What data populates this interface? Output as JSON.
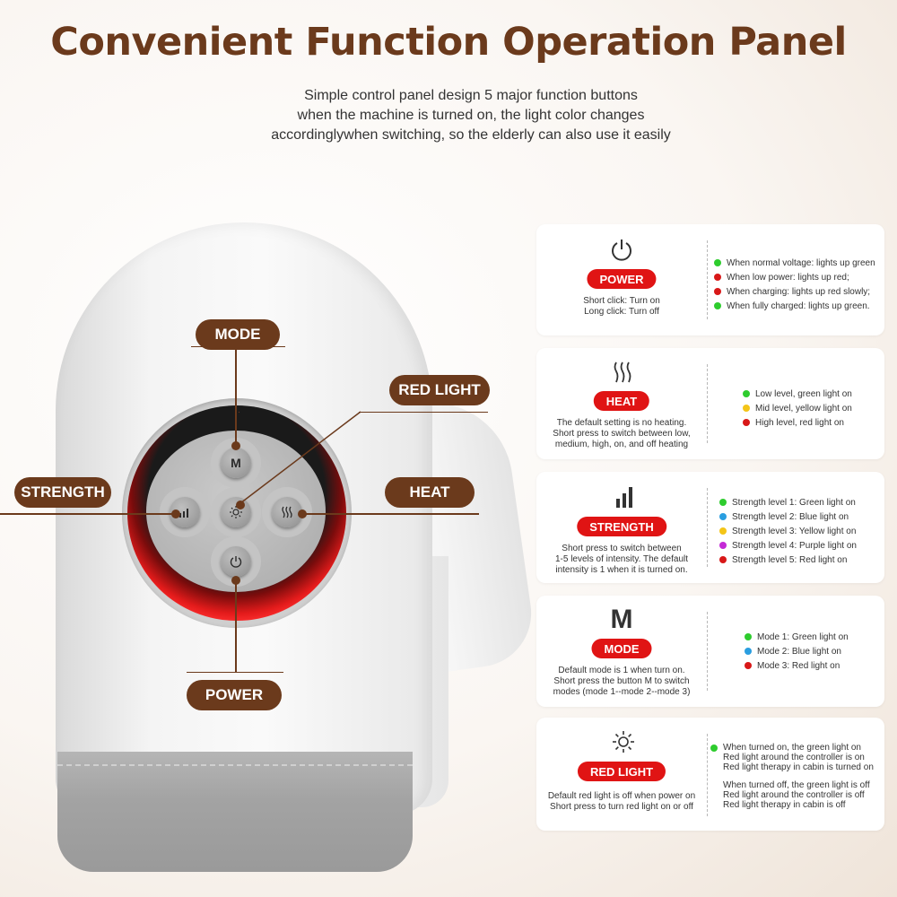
{
  "title": "Convenient Function Operation Panel",
  "subtitle": [
    "Simple control panel design  5 major function buttons",
    "when the machine is turned on, the light color changes",
    "accordinglywhen switching, so the elderly can also use it easily"
  ],
  "callouts": {
    "mode": "MODE",
    "red_light": "RED LIGHT",
    "strength": "STRENGTH",
    "heat": "HEAT",
    "power": "POWER"
  },
  "buttons": {
    "mode_glyph": "M"
  },
  "colors": {
    "brand_brown": "#6b3a1c",
    "pill_red": "#e01414",
    "green": "#2ecc2e",
    "red": "#d81818",
    "yellow": "#f4c518",
    "blue": "#2a9ee0",
    "purple": "#c42ad6"
  },
  "cards": [
    {
      "icon": "power-icon",
      "label": "POWER",
      "desc": [
        "Short click: Turn on",
        "Long click: Turn off"
      ],
      "items": [
        {
          "color": "green",
          "text": "When normal voltage: lights up green"
        },
        {
          "color": "red",
          "text": "When low power: lights up red;"
        },
        {
          "color": "red",
          "text": "When charging: lights up red slowly;"
        },
        {
          "color": "green",
          "text": "When fully charged: lights up green."
        }
      ]
    },
    {
      "icon": "heat-icon",
      "label": "HEAT",
      "desc": [
        "The default setting is no heating.",
        "Short press to switch between low,",
        "medium, high, on, and off heating"
      ],
      "items": [
        {
          "color": "green",
          "text": "Low level, green light on"
        },
        {
          "color": "yellow",
          "text": "Mid level, yellow light on"
        },
        {
          "color": "red",
          "text": "High level, red light on"
        }
      ]
    },
    {
      "icon": "strength-icon",
      "label": "STRENGTH",
      "desc": [
        "Short press to switch between",
        "1-5 levels of intensity. The default",
        "intensity is 1 when it is turned on."
      ],
      "items": [
        {
          "color": "green",
          "text": "Strength level 1: Green light on"
        },
        {
          "color": "blue",
          "text": "Strength level 2: Blue light on"
        },
        {
          "color": "yellow",
          "text": "Strength level 3: Yellow light on"
        },
        {
          "color": "purple",
          "text": "Strength level 4: Purple light on"
        },
        {
          "color": "red",
          "text": "Strength level 5: Red light on"
        }
      ]
    },
    {
      "icon": "mode-icon",
      "icon_text": "M",
      "label": "MODE",
      "desc": [
        "Default mode is 1 when turn on.",
        "Short press the button M to switch",
        "modes (mode 1--mode 2--mode 3)"
      ],
      "items": [
        {
          "color": "green",
          "text": "Mode 1: Green light on"
        },
        {
          "color": "blue",
          "text": "Mode 2: Blue light on"
        },
        {
          "color": "red",
          "text": "Mode 3: Red light on"
        }
      ]
    },
    {
      "icon": "sun-icon",
      "label": "RED LIGHT",
      "desc": [
        "Default red light is off when power on",
        "Short press to turn red light on or off"
      ],
      "on_lines": [
        "When turned on, the green light on",
        "Red light around the controller is on",
        "Red light therapy in cabin is turned on"
      ],
      "off_lines": [
        "When turned off, the green light is off",
        "Red light around the controller is off",
        "Red light therapy in cabin is off"
      ],
      "on_bullet": "green"
    }
  ]
}
